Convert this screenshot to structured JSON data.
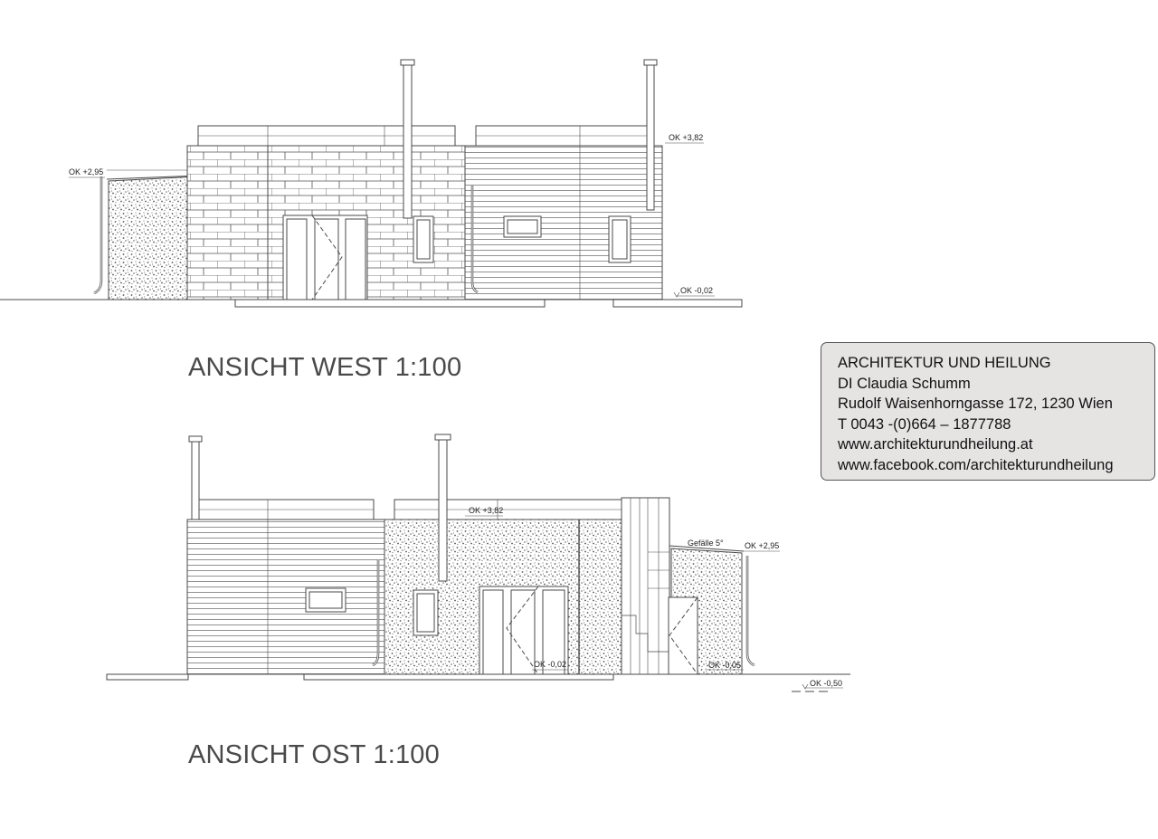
{
  "elevation_west": {
    "title": "ANSICHT WEST 1:100",
    "levels": {
      "left_roof": "OK +2,95",
      "top": "OK +3,82",
      "ground": "OK -0,02"
    }
  },
  "elevation_east": {
    "title": "ANSICHT OST 1:100",
    "levels": {
      "top": "OK +3,82",
      "slope": "Gefälle 5°",
      "right_roof": "OK +2,95",
      "floor": "OK -0,02",
      "floor_right": "OK -0,05",
      "terrain": "OK -0,50"
    }
  },
  "title_block": {
    "line1": "ARCHITEKTUR UND HEILUNG",
    "line2": "DI Claudia Schumm",
    "line3": "Rudolf Waisenhorngasse 172, 1230 Wien",
    "line4": "T 0043 -(0)664 – 1877788",
    "line5": "www.architekturundheilung.at",
    "line6": "www.facebook.com/architekturundheilung"
  },
  "colors": {
    "line": "#4a4a4a",
    "stamp_bg": "#e6e3e3",
    "title_text": "#4a4a4a"
  }
}
